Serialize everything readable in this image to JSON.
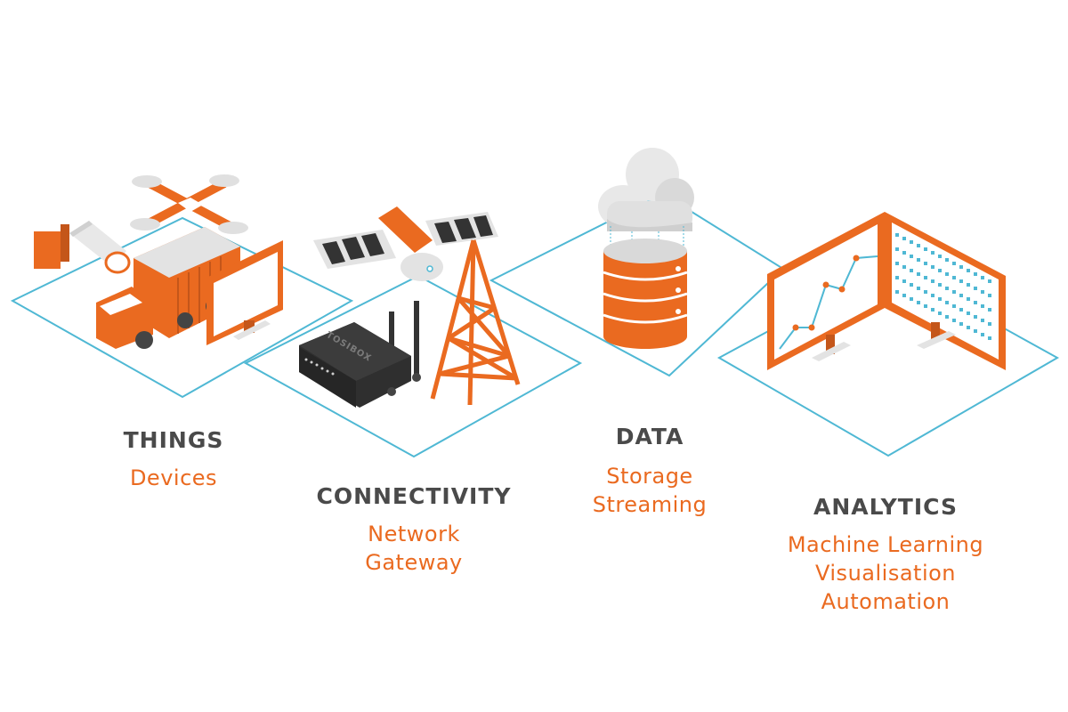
{
  "stages": [
    {
      "title": "THINGS",
      "lines": [
        "Devices"
      ]
    },
    {
      "title": "CONNECTIVITY",
      "lines": [
        "Network",
        "Gateway"
      ]
    },
    {
      "title": "DATA",
      "lines": [
        "Storage",
        "Streaming"
      ]
    },
    {
      "title": "ANALYTICS",
      "lines": [
        "Machine Learning",
        "Visualisation",
        "Automation"
      ]
    }
  ],
  "router_brand": "TOSIBOX",
  "colors": {
    "accent": "#ea6a20",
    "accent_dark": "#c4561a",
    "line": "#4fb8d4",
    "title": "#4a4a4a",
    "grey": "#d9d9d9"
  },
  "icons": [
    "drone-icon",
    "security-camera-icon",
    "truck-icon",
    "monitor-icon",
    "satellite-icon",
    "router-icon",
    "tower-icon",
    "cloud-icon",
    "database-icon",
    "dashboard-icon"
  ]
}
